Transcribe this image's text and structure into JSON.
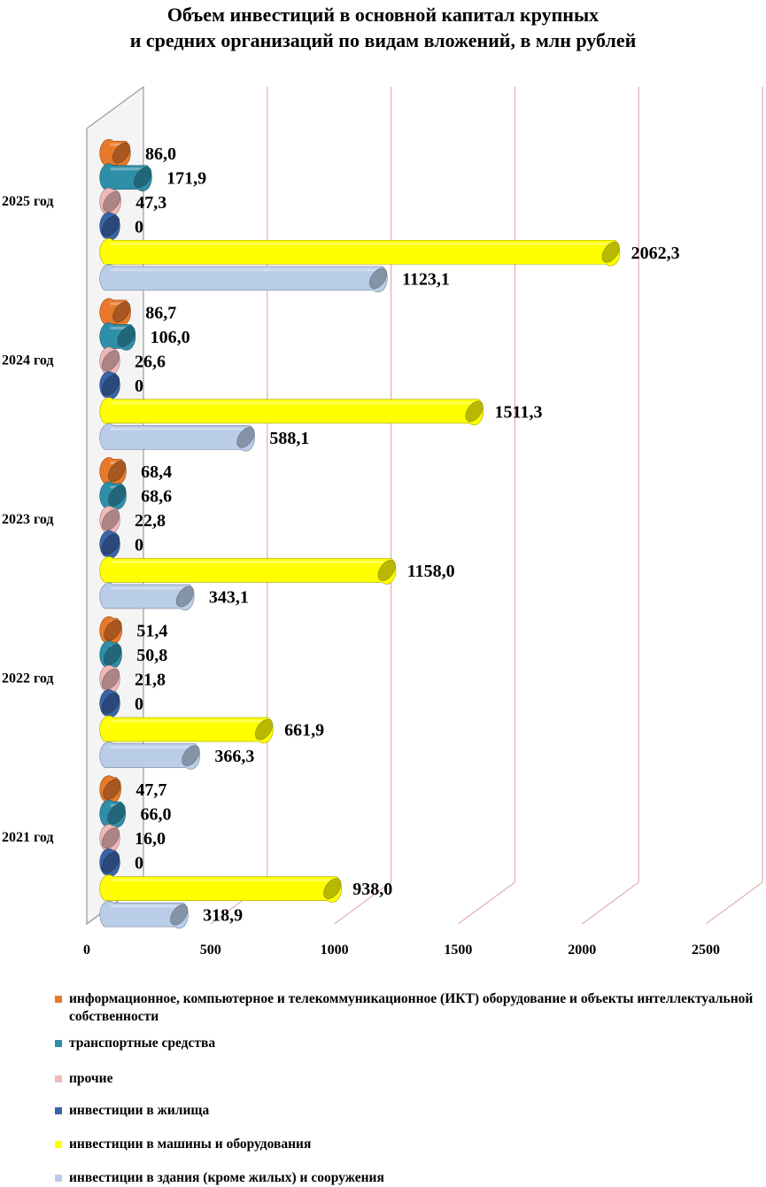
{
  "title": {
    "line1": "Объем инвестиций в основной капитал крупных",
    "line2": "и средних организаций по видам вложений, в млн рублей"
  },
  "chart_data": {
    "type": "bar",
    "orientation": "horizontal",
    "style": "3d-cylinder",
    "categories": [
      "2021 год",
      "2022 год",
      "2023 год",
      "2024 год",
      "2025 год"
    ],
    "x_ticks": [
      "0",
      "500",
      "1000",
      "1500",
      "2000",
      "2500"
    ],
    "xlim": [
      0,
      2500
    ],
    "grid": true,
    "legend_position": "bottom",
    "series": [
      {
        "name": "информационное, компьютерное и телекоммуникационное (ИКТ) оборудование и объекты интеллектуальной собственности",
        "color": "#e8792b",
        "values": [
          47.7,
          51.4,
          68.4,
          86.7,
          86.0
        ],
        "labels": [
          "47,7",
          "51,4",
          "68,4",
          "86,7",
          "86,0"
        ]
      },
      {
        "name": "транспортные средства",
        "color": "#2f8ea8",
        "values": [
          66.0,
          50.8,
          68.6,
          106.0,
          171.9
        ],
        "labels": [
          "66,0",
          "50,8",
          "68,6",
          "106,0",
          "171,9"
        ]
      },
      {
        "name": "прочие",
        "color": "#f0b8b8",
        "values": [
          16.0,
          21.8,
          22.8,
          26.6,
          47.3
        ],
        "labels": [
          "16,0",
          "21,8",
          "22,8",
          "26,6",
          "47,3"
        ]
      },
      {
        "name": "инвестиции в жилища",
        "color": "#3a64a8",
        "values": [
          0,
          0,
          0,
          0,
          0
        ],
        "labels": [
          "0",
          "0",
          "0",
          "0",
          "0"
        ]
      },
      {
        "name": "инвестиции в машины и оборудования",
        "color": "#ffff00",
        "values": [
          938.0,
          661.9,
          1158.0,
          1511.3,
          2062.3
        ],
        "labels": [
          "938,0",
          "661,9",
          "1158,0",
          "1511,3",
          "2062,3"
        ]
      },
      {
        "name": "инвестиции в здания (кроме жилых) и сооружения",
        "color": "#b9cce8",
        "values": [
          318.9,
          366.3,
          343.1,
          588.1,
          1123.1
        ],
        "labels": [
          "318,9",
          "366,3",
          "343,1",
          "588,1",
          "1123,1"
        ]
      }
    ]
  }
}
